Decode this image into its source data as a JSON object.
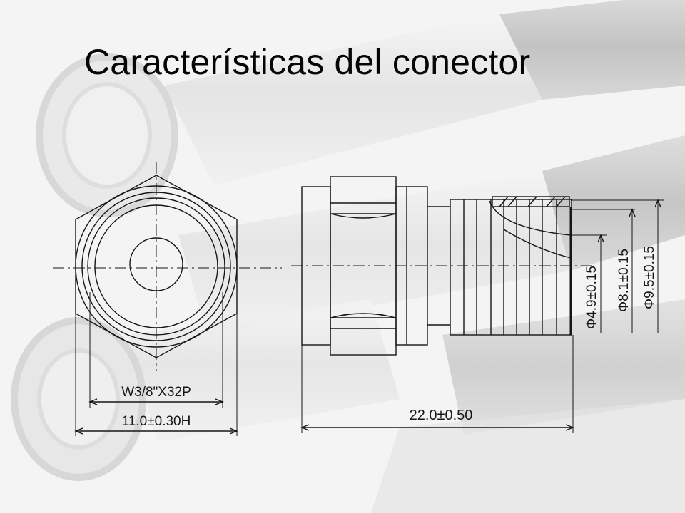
{
  "slide": {
    "title": "Características del conector"
  },
  "drawing": {
    "front_view": {
      "thread_label": "W3/8\"X32P",
      "hex_label": "11.0±0.30H"
    },
    "side_view": {
      "length_label": "22.0±0.50",
      "diameters": [
        {
          "label": "Φ4.9±0.15"
        },
        {
          "label": "Φ8.1±0.15"
        },
        {
          "label": "Φ9.5±0.15"
        }
      ]
    }
  },
  "colors": {
    "background": "#f4f4f4",
    "photo_shade": "#c9c9c9",
    "ink": "#161616"
  }
}
